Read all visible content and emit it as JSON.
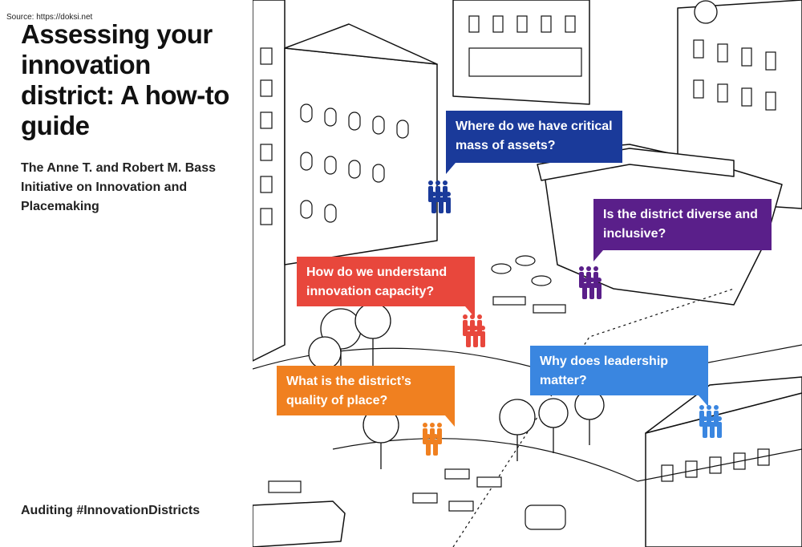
{
  "source": "Source: https://doksi.net",
  "title": "Assessing your innovation district: A how-to guide",
  "subtitle": "The Anne T. and Robert M. Bass Initiative on Innovation and Placemaking",
  "footer": "Auditing #InnovationDistricts",
  "bubbles": {
    "assets": {
      "text": "Where do we have critical mass of assets?",
      "color": "#1a3a9a"
    },
    "diverse": {
      "text": "Is the district diverse and inclusive?",
      "color": "#5a1f8a"
    },
    "capacity": {
      "text": "How do we understand innovation capacity?",
      "color": "#e8473c"
    },
    "leadership": {
      "text": "Why does leadership matter?",
      "color": "#3a86e0"
    },
    "quality": {
      "text": "What is the district’s quality of place?",
      "color": "#f08020"
    }
  }
}
